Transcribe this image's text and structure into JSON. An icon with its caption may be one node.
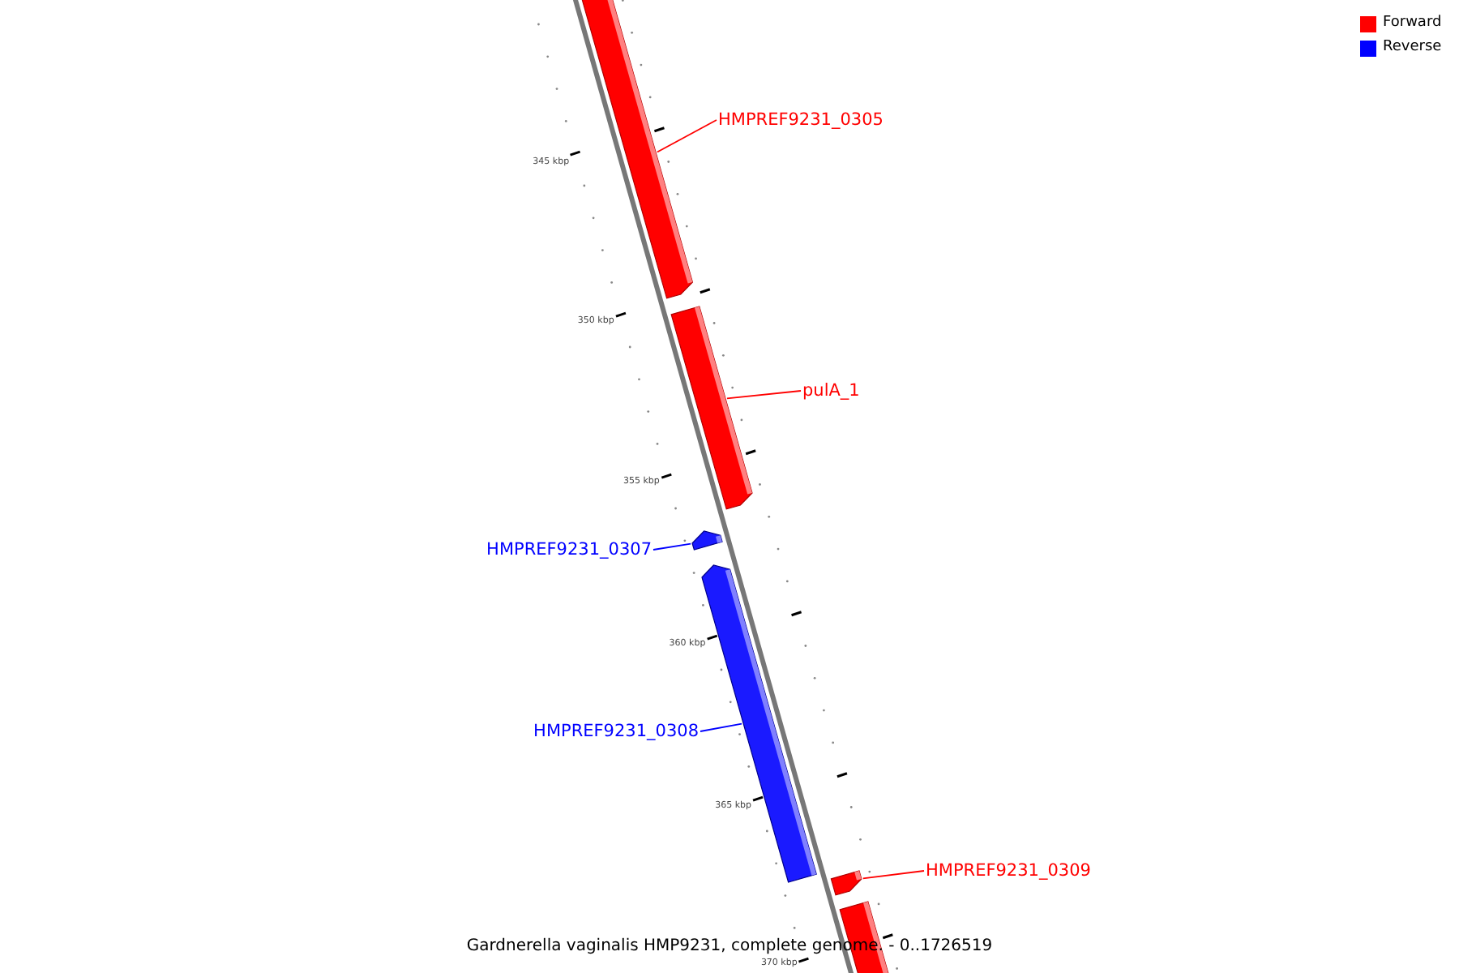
{
  "diagram": {
    "caption": "Gardnerella vaginalis HMP9231, complete genome. - 0..1726519",
    "nodes": [
      {
        "text": [
          "HMPREF9231_0305"
        ]
      },
      {
        "text": [],
        "shape": "bar"
      },
      {
        "text": [
          "pulA_1"
        ]
      },
      {
        "text": [],
        "shape": "bar"
      },
      {
        "text": [
          "HMPREF9231_0307"
        ]
      },
      {
        "text": [],
        "shape": "bar"
      },
      {
        "text": [
          "HMPREF9231_0308"
        ]
      },
      {
        "text": [],
        "shape": "bar"
      },
      {
        "text": [
          "HMPREF9231_0309"
        ]
      },
      {
        "text": [],
        "shape": "bar"
      },
      {
        "text": [],
        "shape": "bar"
      }
    ],
    "edges": [
      {
        "from": 0,
        "to": 1,
        "arrow": "none"
      },
      {
        "from": 2,
        "to": 3,
        "arrow": "none"
      },
      {
        "from": 4,
        "to": 5,
        "arrow": "none",
        "color": "#0000ff"
      },
      {
        "from": 6,
        "to": 7,
        "arrow": "none",
        "color": "#0000ff"
      },
      {
        "from": 8,
        "to": 9,
        "arrow": "none"
      }
    ],
    "labels": [
      "345 kbp",
      "350 kbp",
      "355 kbp",
      "360 kbp",
      "365 kbp",
      "370 kbp"
    ],
    "legend": [
      {
        "text": "Forward",
        "color": "#ff0000"
      },
      {
        "text": "Reverse",
        "color": "#0000ff"
      }
    ]
  }
}
